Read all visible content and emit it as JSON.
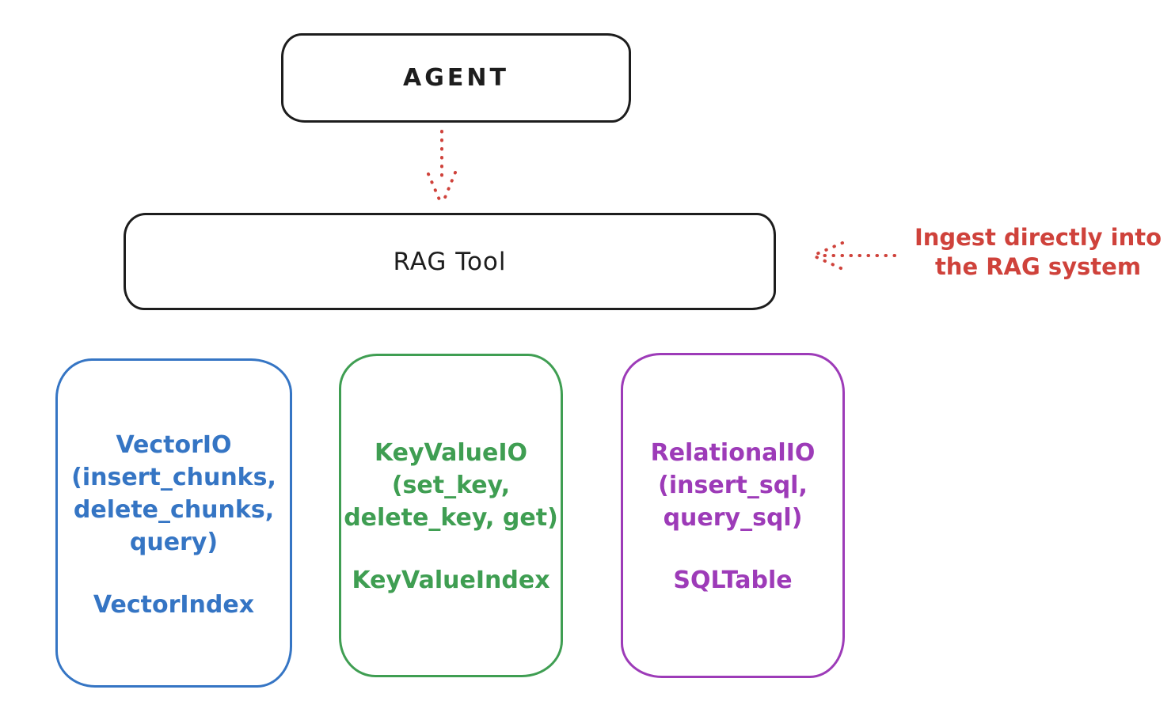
{
  "canvas": {
    "background": "#ffffff"
  },
  "agent_box": {
    "label": "AGENT",
    "stroke_color": "#1d1d1d"
  },
  "rag_tool_box": {
    "label": "RAG Tool",
    "stroke_color": "#1d1d1d"
  },
  "agent_to_rag_arrow": {
    "style": "dotted",
    "direction": "down",
    "color": "#cf423b"
  },
  "annotation": {
    "line1": "Ingest directly into",
    "line2": "the RAG system",
    "color": "#cf423b",
    "arrow": {
      "style": "dotted",
      "direction": "left",
      "color": "#cf423b"
    }
  },
  "io_boxes": [
    {
      "lines": [
        "VectorIO",
        "(insert_chunks,",
        "delete_chunks,",
        "query)"
      ],
      "index_label": "VectorIndex",
      "color": "#3575c4"
    },
    {
      "lines": [
        "KeyValueIO",
        "(set_key,",
        "delete_key, get)"
      ],
      "index_label": "KeyValueIndex",
      "color": "#3f9e52"
    },
    {
      "lines": [
        "RelationalIO",
        "(insert_sql,",
        "query_sql)"
      ],
      "index_label": "SQLTable",
      "color": "#9d3bb8"
    }
  ]
}
